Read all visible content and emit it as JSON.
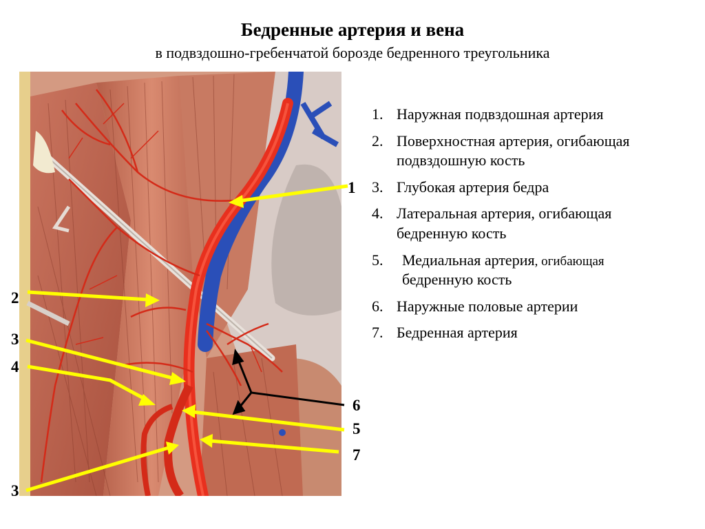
{
  "header": {
    "title": "Бедренные артерия и вена",
    "subtitle": "в подвздошно-гребенчатой борозде бедренного треугольника"
  },
  "legend": {
    "items": [
      {
        "number": "1.",
        "line1": "Наружная подвздошная артерия",
        "line2": ""
      },
      {
        "number": "2.",
        "line1": "Поверхностная артерия, огибающая",
        "line2": "подвздошную кость"
      },
      {
        "number": "3.",
        "line1": "Глубокая артерия бедра",
        "line2": ""
      },
      {
        "number": "4.",
        "line1": "Латеральная артерия, огибающая",
        "line2": "бедренную кость"
      },
      {
        "number": "5.",
        "line1a": "Медиальная артерия",
        "line1b": ", огибающая",
        "line2": "бедренную кость"
      },
      {
        "number": "6.",
        "line1": "Наружные половые артерии",
        "line2": ""
      },
      {
        "number": "7.",
        "line1": "Бедренная артерия",
        "line2": ""
      }
    ]
  },
  "markers": {
    "m1": "1",
    "m2": "2",
    "m3a": "3",
    "m4": "4",
    "m6": "6",
    "m5": "5",
    "m7": "7",
    "m3b": "3"
  },
  "colors": {
    "artery": "#e8301e",
    "vein": "#2a4fb8",
    "muscle": "#c9745e",
    "pointer_yellow": "#ffff00",
    "pointer_black": "#000000"
  }
}
